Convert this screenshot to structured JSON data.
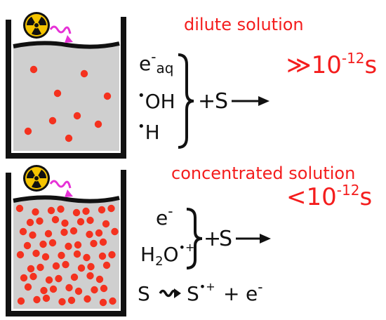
{
  "colors": {
    "solution_fill": "#cfcfcf",
    "particle": "#f4321f",
    "wave": "#e632d6",
    "label_red": "#f41d1d",
    "ink": "#111111",
    "hazard_yellow": "#f5c400"
  },
  "icons": [
    "radiation-hazard-icon",
    "wavy-arrow-icon",
    "right-arrow-icon"
  ],
  "dilute": {
    "label": "dilute solution",
    "timescale_symbol": "≫",
    "timescale_base": "10",
    "timescale_exp": "-12",
    "timescale_unit": "s",
    "species": [
      {
        "main": "e",
        "sup": "-",
        "sub": "aq"
      },
      {
        "main": "OH",
        "dot": "•"
      },
      {
        "main": "H",
        "dot": "•"
      }
    ],
    "plus": "+",
    "reactant": "S"
  },
  "concentrated": {
    "label": "concentrated solution",
    "timescale_symbol": "<",
    "timescale_base": "10",
    "timescale_exp": "-12",
    "timescale_unit": "s",
    "species": [
      {
        "main": "e",
        "sup": "-"
      },
      {
        "main": "H",
        "sub": "2",
        "tail": "O",
        "sup": "•+"
      }
    ],
    "plus": "+",
    "reactant": "S",
    "ionization": {
      "left": "S",
      "product": "S",
      "product_sup": "•+",
      "plus": "+",
      "electron": "e",
      "electron_sup": "-"
    }
  }
}
